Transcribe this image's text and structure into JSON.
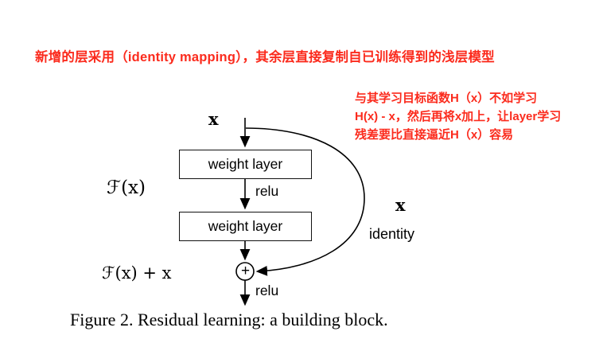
{
  "page": {
    "background": "#ffffff"
  },
  "annotations": {
    "color": "#fb2b1d",
    "top_note": "新增的层采用（identity mapping），其余层直接复制自已训练得到的浅层模型",
    "side_note_lines": [
      "与其学习目标函数H（x）不如学习",
      "H(x) - x，然后再将x加上，让layer学习",
      "残差要比直接逼近H（x）容易"
    ]
  },
  "diagram": {
    "stroke_color": "#000000",
    "input_label": "x",
    "weight_layer_1": "weight layer",
    "weight_layer_2": "weight layer",
    "relu_1": "relu",
    "relu_2": "relu",
    "residual_label": "ℱ(x)",
    "output_label": "ℱ(x) + x",
    "plus_icon": "+",
    "skip_x_label": "x",
    "skip_identity_label": "identity"
  },
  "caption": "Figure 2. Residual learning: a building block."
}
